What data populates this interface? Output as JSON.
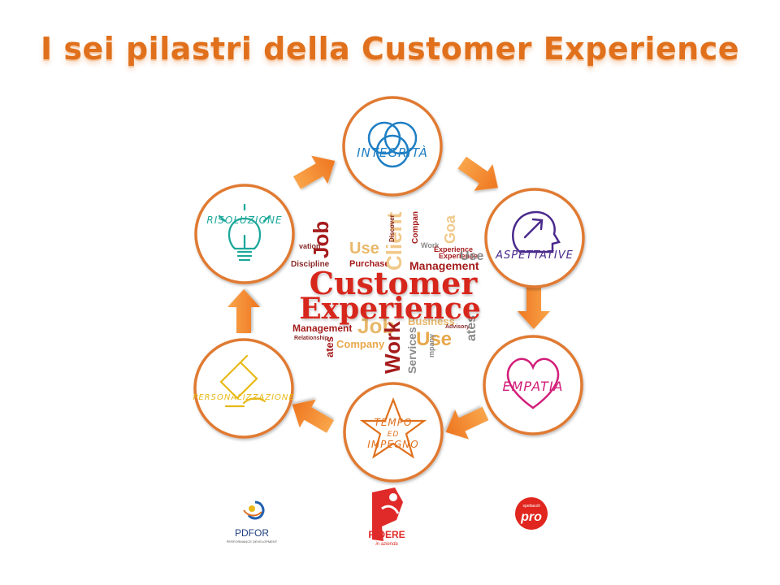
{
  "title": "I sei pilastri della Customer Experience",
  "center": {
    "line1": "Customer",
    "line2": "Experience"
  },
  "pillars": [
    {
      "label": "INTEGRITÀ",
      "color": "#1f7fc4",
      "icon": "interlocking-circles-icon"
    },
    {
      "label": "ASPETTATIVE",
      "color": "#4a2a8c",
      "icon": "head-arrow-icon"
    },
    {
      "label": "EMPATIA",
      "color": "#d21f7a",
      "icon": "heart-icon"
    },
    {
      "label": "TEMPO ED IMPEGNO",
      "line1": "TEMPO",
      "line2": "ED",
      "line3": "IMPEGNO",
      "color": "#e0701c",
      "icon": "star-icon"
    },
    {
      "label": "PERSONALIZZAZIONE",
      "color": "#e8b917",
      "icon": "pencil-hand-icon"
    },
    {
      "label": "RISOLUZIONE",
      "color": "#1ba89a",
      "icon": "lightbulb-icon"
    }
  ],
  "cloud_words": {
    "w1": "Job",
    "w2": "Use",
    "w3": "Management",
    "w4": "Purchase",
    "w5": "Client",
    "w6": "Work",
    "w7": "Compan",
    "w8": "Goa",
    "w9": "Experience",
    "w10": "Management",
    "w11": "Business",
    "w12": "Use",
    "w13": "Job",
    "w14": "Work",
    "w15": "Services",
    "w16": "Company",
    "w17": "ates",
    "w18": "Experience",
    "w19": "Discipline",
    "w20": "vation",
    "w21": "Relationship",
    "w22": "Discover",
    "w23": "Advisory",
    "w24": "ates",
    "w25": "Use",
    "w26": "mpany"
  },
  "logos": {
    "pdfor": {
      "name": "PDFOR",
      "tagline": "PERFORMANCE DEVELOPMENT"
    },
    "ridere": {
      "name": "RIDERE",
      "tagline": "in azienda"
    },
    "spettacoli": {
      "top": "spettacoli",
      "name": "pro"
    }
  },
  "colors": {
    "accent": "#e0701c",
    "ring": "#e07a30",
    "arrow": "#f28a26"
  }
}
